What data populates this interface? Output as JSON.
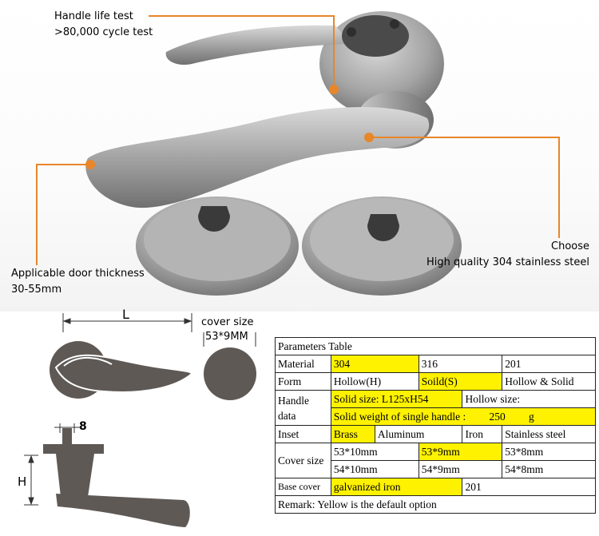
{
  "callouts": {
    "handle_life_title": "Handle life test",
    "handle_life_detail": ">80,000 cycle test",
    "door_thickness_title": "Applicable door thickness",
    "door_thickness_detail": "30-55mm",
    "choose_title": "Choose",
    "choose_detail": "High quality 304 stainless steel"
  },
  "drawings": {
    "length_label": "L",
    "cover_size_label": "cover size",
    "cover_size_value": "53*9MM",
    "width_label": "8",
    "height_label": "H"
  },
  "colors": {
    "accent_line": "#e8862a",
    "highlight": "#fff200",
    "drawing_fill": "#5e5955"
  },
  "table": {
    "title": "Parameters Table",
    "material": {
      "label": "Material",
      "opt1": "304",
      "opt2": "316",
      "opt3": "201"
    },
    "form": {
      "label": "Form",
      "opt1": "Hollow(H)",
      "opt2": "Soild(S)",
      "opt3": "Hollow & Solid"
    },
    "handle": {
      "label_line1": "Handle",
      "label_line2": "data",
      "solid_size": "Solid size: L125xH54",
      "hollow_size": "Hollow size:",
      "solid_weight": "Solid weight of single handle :",
      "weight_value": "250",
      "weight_unit": "g"
    },
    "inset": {
      "label": "Inset",
      "opt1": "Brass",
      "opt2": "Aluminum",
      "opt3": "Iron",
      "opt4": "Stainless steel"
    },
    "cover": {
      "label": "Cover size",
      "r1c1": "53*10mm",
      "r1c2": "53*9mm",
      "r1c3": "53*8mm",
      "r2c1": "54*10mm",
      "r2c2": "54*9mm",
      "r2c3": "54*8mm"
    },
    "base": {
      "label": "Base cover",
      "opt1": "galvanized iron",
      "opt2": "201"
    },
    "remark": "Remark: Yellow is the default option"
  }
}
